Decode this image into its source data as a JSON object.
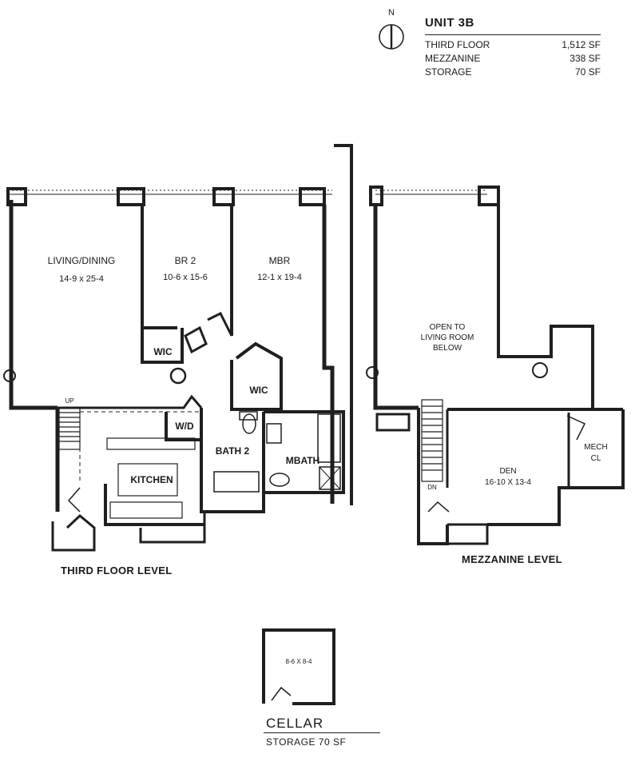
{
  "header": {
    "north_label": "N",
    "unit_title": "UNIT 3B",
    "areas": [
      {
        "label": "THIRD FLOOR",
        "value": "1,512 SF"
      },
      {
        "label": "MEZZANINE",
        "value": "338 SF"
      },
      {
        "label": "STORAGE",
        "value": "70 SF"
      }
    ]
  },
  "third_floor": {
    "level_label": "THIRD FLOOR LEVEL",
    "living_name": "LIVING/DINING",
    "living_dims": "14-9 x 25-4",
    "br2_name": "BR 2",
    "br2_dims": "10-6 x 15-6",
    "mbr_name": "MBR",
    "mbr_dims": "12-1 x 19-4",
    "wic_1": "WIC",
    "wic_2": "WIC",
    "wd": "W/D",
    "bath2": "BATH 2",
    "mbath": "MBATH",
    "kitchen": "KITCHEN",
    "stair_up": "UP"
  },
  "mezzanine": {
    "level_label": "MEZZANINE LEVEL",
    "open_1": "OPEN TO",
    "open_2": "LIVING ROOM",
    "open_3": "BELOW",
    "den_name": "DEN",
    "den_dims": "16-10 X 13-4",
    "mech_1": "MECH",
    "mech_2": "CL",
    "stair_dn": "DN"
  },
  "cellar": {
    "dims": "8-6 X 8-4",
    "title": "CELLAR",
    "subtitle": "STORAGE 70 SF"
  }
}
